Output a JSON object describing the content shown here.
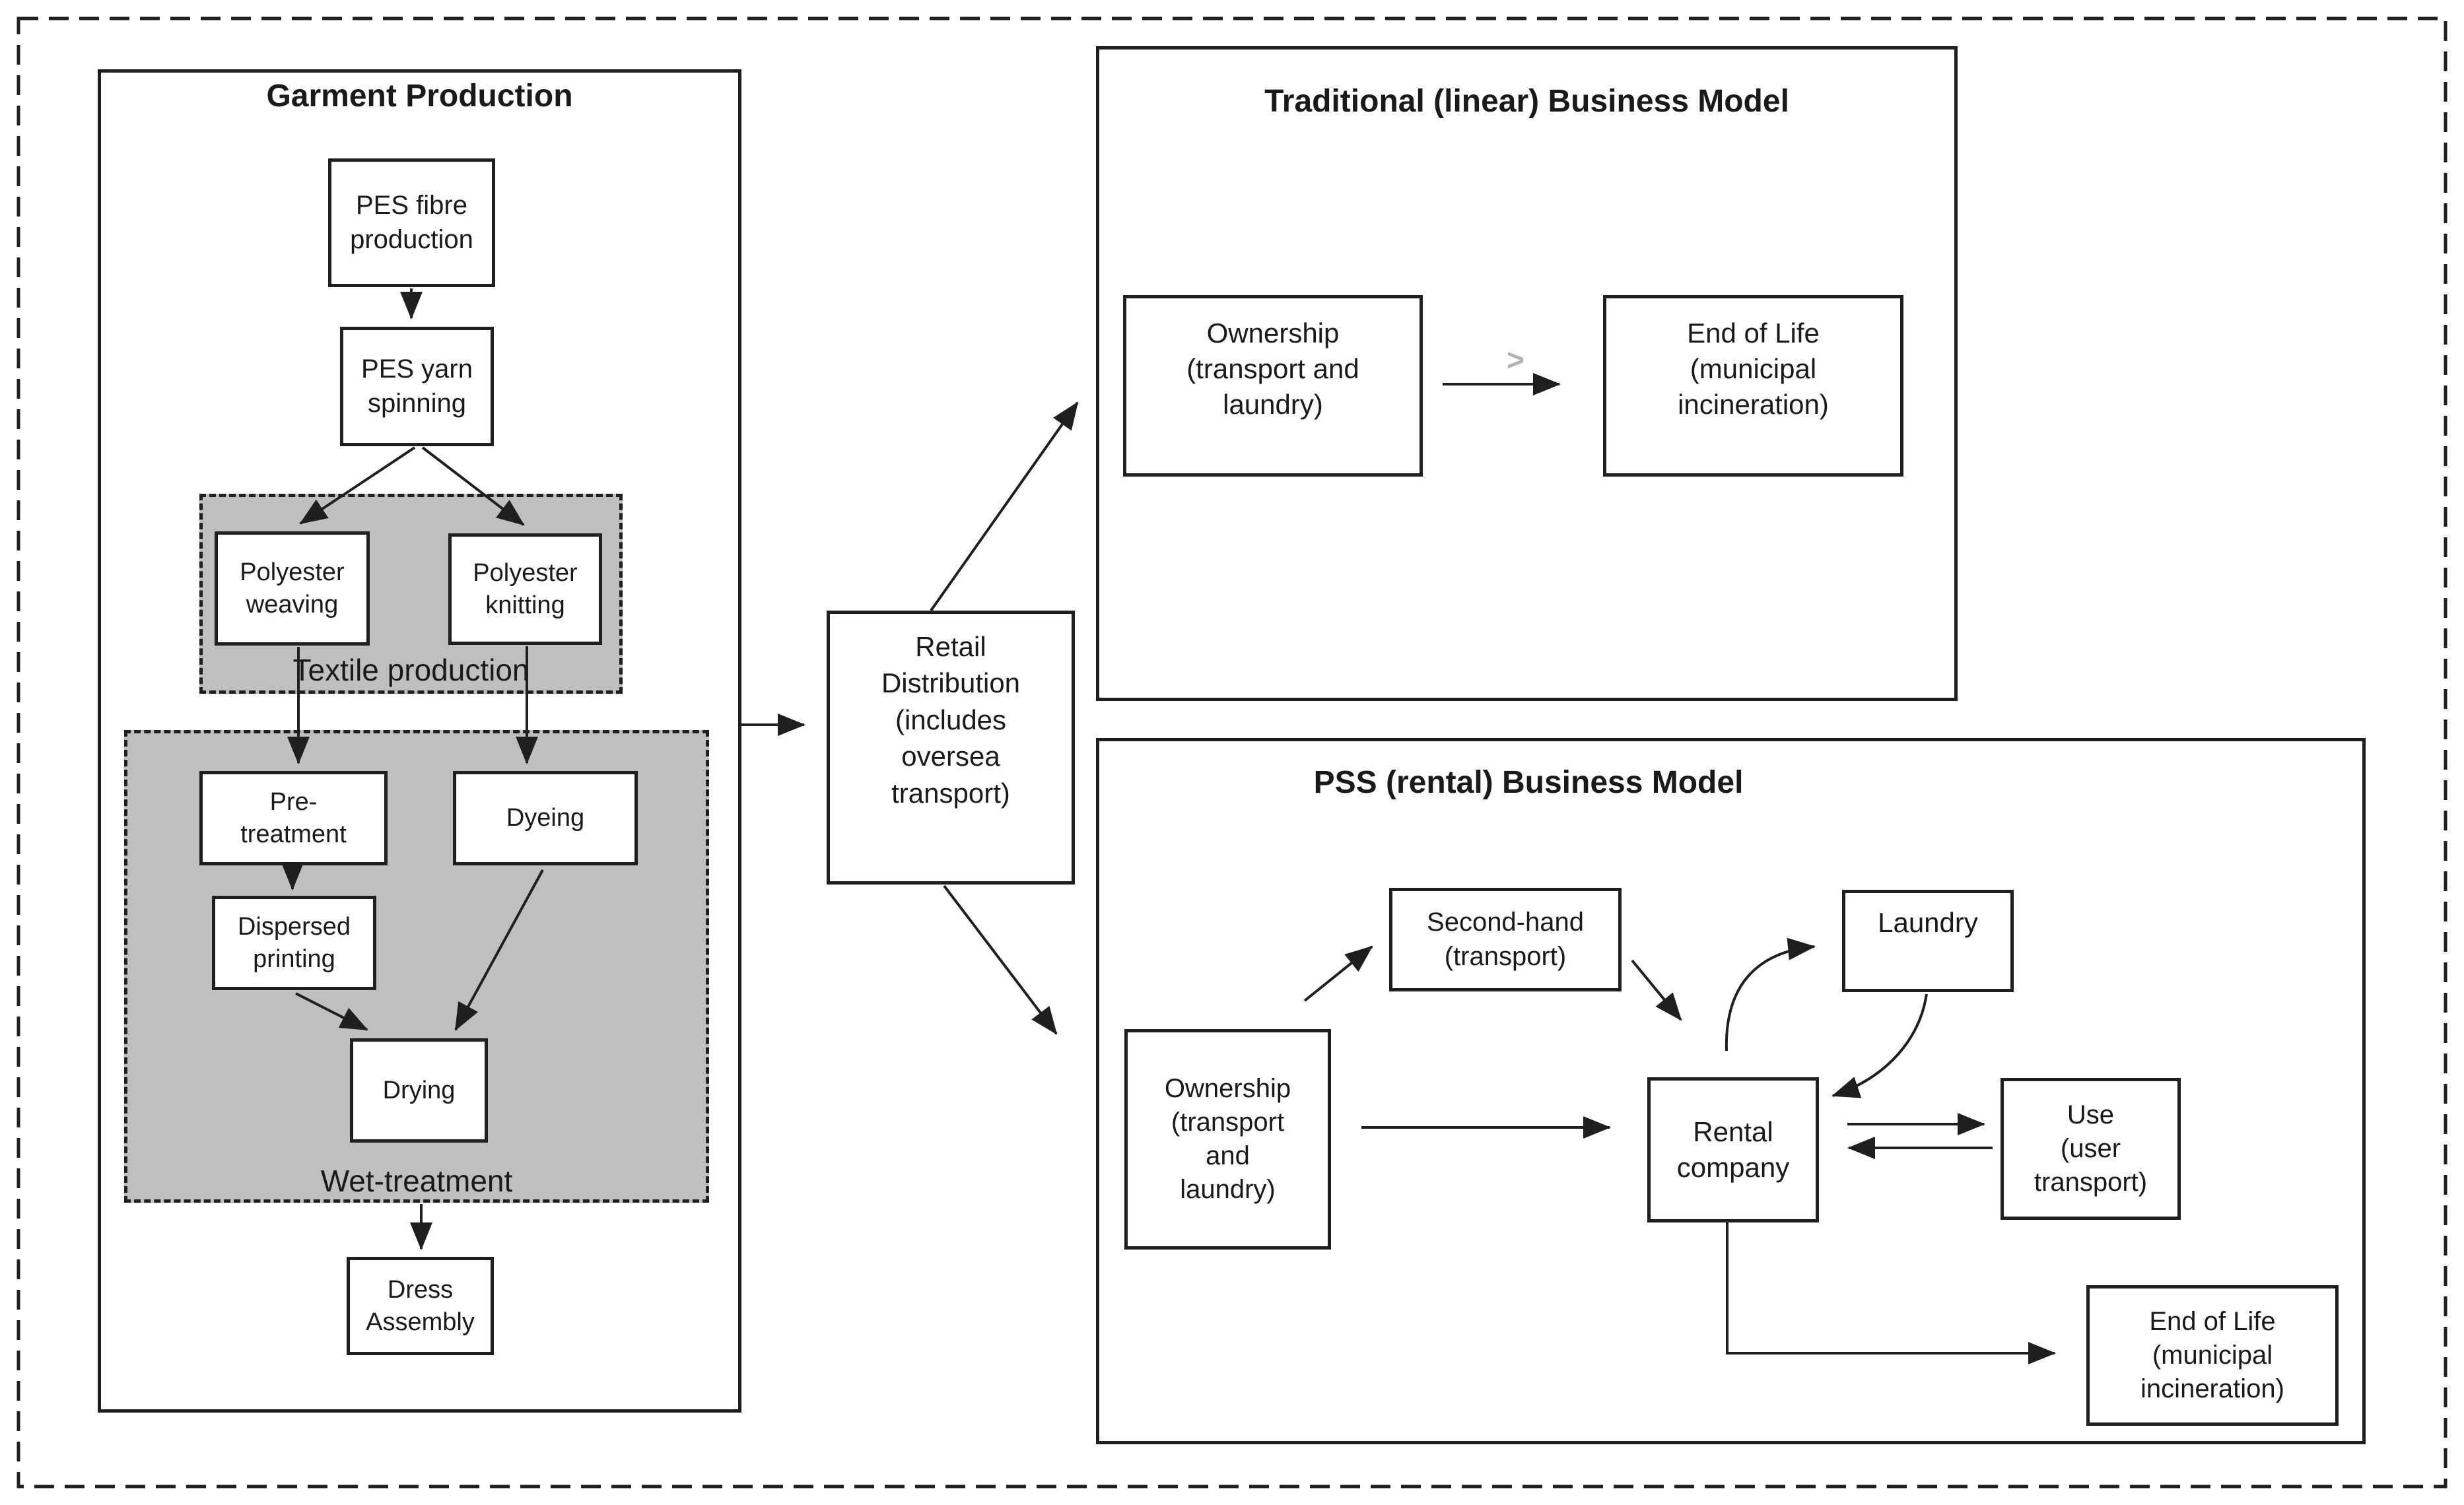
{
  "garment": {
    "title": "Garment Production",
    "pes_fibre": "PES fibre\nproduction",
    "pes_yarn": "PES yarn\nspinning",
    "weaving": "Polyester\nweaving",
    "knitting": "Polyester\nknitting",
    "textile_label": "Textile production",
    "pre_treatment": "Pre-\ntreatment",
    "dyeing": "Dyeing",
    "dispersed": "Dispersed\nprinting",
    "drying": "Drying",
    "wet_label": "Wet-treatment",
    "dress": "Dress\nAssembly"
  },
  "retail": "Retail\nDistribution\n(includes\noversea\ntransport)",
  "traditional": {
    "title": "Traditional (linear) Business Model",
    "ownership": "Ownership\n(transport and\nlaundry)",
    "end_of_life": "End of Life\n(municipal\nincineration)",
    "chevron": ">"
  },
  "pss": {
    "title": "PSS (rental) Business Model",
    "ownership": "Ownership\n(transport\nand\nlaundry)",
    "second_hand": "Second-hand\n(transport)",
    "rental": "Rental\ncompany",
    "laundry": "Laundry",
    "use": "Use\n(user\ntransport)",
    "end_of_life": "End of Life\n(municipal\nincineration)"
  },
  "colors": {
    "stroke": "#1f1f1f",
    "group_fill": "#bfbfbf",
    "chevron": "#b3b3b3",
    "background": "#ffffff"
  }
}
